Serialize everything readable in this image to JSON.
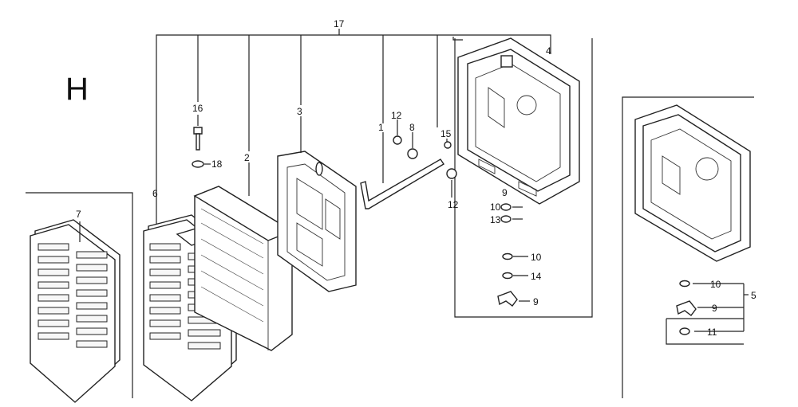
{
  "section_letter": "H",
  "callouts": [
    {
      "id": "c17",
      "label": "17"
    },
    {
      "id": "c4",
      "label": "4"
    },
    {
      "id": "c16",
      "label": "16"
    },
    {
      "id": "c18",
      "label": "18"
    },
    {
      "id": "c2",
      "label": "2"
    },
    {
      "id": "c3",
      "label": "3"
    },
    {
      "id": "c6",
      "label": "6"
    },
    {
      "id": "c7",
      "label": "7"
    },
    {
      "id": "c1",
      "label": "1"
    },
    {
      "id": "c12a",
      "label": "12"
    },
    {
      "id": "c8",
      "label": "8"
    },
    {
      "id": "c15",
      "label": "15"
    },
    {
      "id": "c12b",
      "label": "12"
    },
    {
      "id": "c9a",
      "label": "9"
    },
    {
      "id": "c10a",
      "label": "10"
    },
    {
      "id": "c13",
      "label": "13"
    },
    {
      "id": "c10b",
      "label": "10"
    },
    {
      "id": "c14",
      "label": "14"
    },
    {
      "id": "c9b",
      "label": "9"
    },
    {
      "id": "c10c",
      "label": "10"
    },
    {
      "id": "c9c",
      "label": "9"
    },
    {
      "id": "c11",
      "label": "11"
    },
    {
      "id": "c5",
      "label": "5"
    }
  ]
}
